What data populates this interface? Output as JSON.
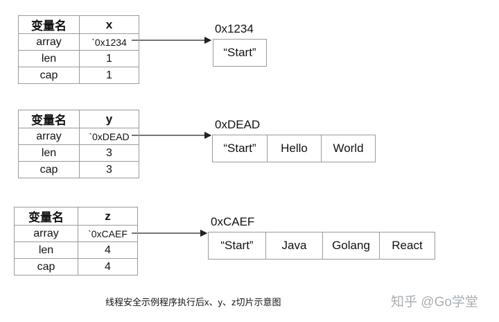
{
  "slices": [
    {
      "header_name": "变量名",
      "var": "x",
      "rows": [
        {
          "field": "array",
          "value": "`0x1234"
        },
        {
          "field": "len",
          "value": "1"
        },
        {
          "field": "cap",
          "value": "1"
        }
      ],
      "address": "0x1234",
      "elements": [
        "“Start”"
      ]
    },
    {
      "header_name": "变量名",
      "var": "y",
      "rows": [
        {
          "field": "array",
          "value": "`0xDEAD"
        },
        {
          "field": "len",
          "value": "3"
        },
        {
          "field": "cap",
          "value": "3"
        }
      ],
      "address": "0xDEAD",
      "elements": [
        "“Start”",
        "Hello",
        "World"
      ]
    },
    {
      "header_name": "变量名",
      "var": "z",
      "rows": [
        {
          "field": "array",
          "value": "`0xCAEF"
        },
        {
          "field": "len",
          "value": "4"
        },
        {
          "field": "cap",
          "value": "4"
        }
      ],
      "address": "0xCAEF",
      "elements": [
        "“Start”",
        "Java",
        "Golang",
        "React"
      ]
    }
  ],
  "caption": "线程安全示例程序执行后x、y、z切片示意图",
  "watermark": "知乎 @Go学堂"
}
